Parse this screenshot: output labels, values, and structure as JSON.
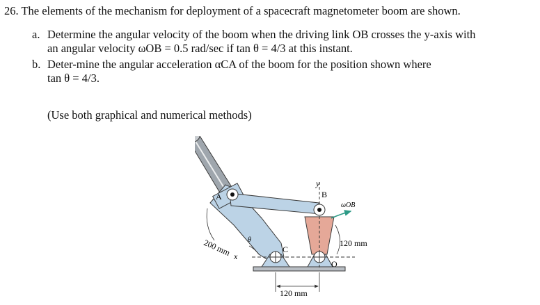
{
  "problem": {
    "number": "26.",
    "statement": "The elements of the mechanism for deployment of a spacecraft magnetometer boom are shown.",
    "parts": [
      {
        "letter": "a.",
        "text_line1": "Determine the angular velocity of the boom when the driving link OB crosses the y-axis with",
        "text_line2": "an angular velocity ωOB = 0.5 rad/sec if tan θ = 4/3 at this instant."
      },
      {
        "letter": "b.",
        "text_line1": "Deter-mine the angular acceleration αCA of the boom for the position shown where",
        "text_line2": "tan θ = 4/3."
      }
    ],
    "note": "(Use both graphical and numerical methods)"
  },
  "figure": {
    "labels": {
      "A": "A",
      "B": "B",
      "C": "C",
      "O": "O",
      "x": "x",
      "y": "y",
      "theta": "θ",
      "omega_ob": "ωOB",
      "dim_200": "200 mm",
      "dim_120_right": "120 mm",
      "dim_120_bottom": "120 mm"
    },
    "colors": {
      "boom_link": "#bcd3e6",
      "link_ob": "#e5a898",
      "boom_tube": "#9fa6ad",
      "ground": "#b9bec4",
      "arrow": "#2c9a86",
      "outline": "#3a3a3a"
    }
  }
}
